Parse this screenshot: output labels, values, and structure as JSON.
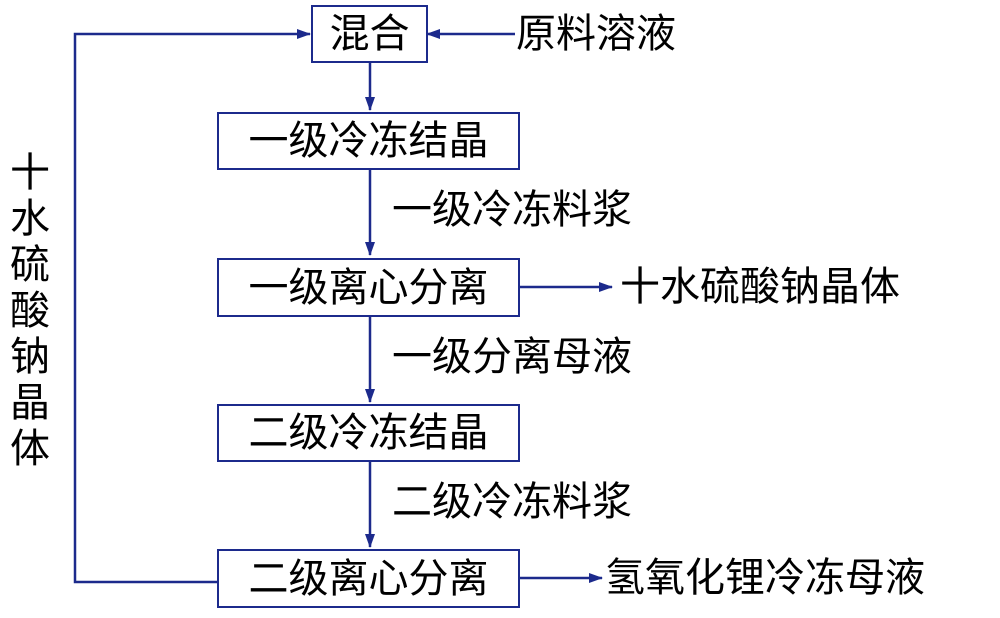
{
  "diagram": {
    "nodes": {
      "mix": "混合",
      "freeze1": "一级冷冻结晶",
      "sep1": "一级离心分离",
      "freeze2": "二级冷冻结晶",
      "sep2": "二级离心分离"
    },
    "labels": {
      "raw_solution": "原料溶液",
      "slurry1": "一级冷冻料浆",
      "crystal_out": "十水硫酸钠晶体",
      "mother1": "一级分离母液",
      "slurry2": "二级冷冻料浆",
      "final_mother": "氢氧化锂冷冻母液",
      "recycle": "十水硫酸钠晶体"
    },
    "line_color": "#1c2a8c"
  }
}
